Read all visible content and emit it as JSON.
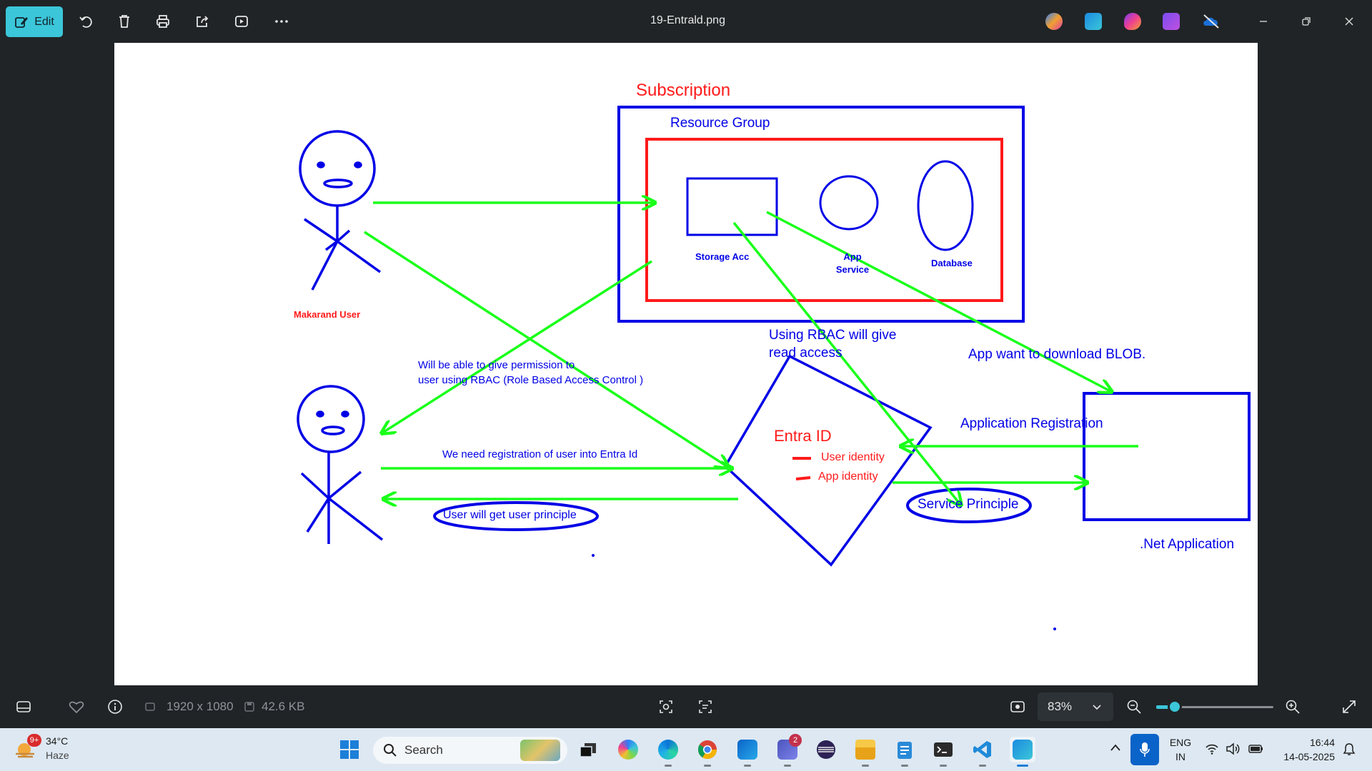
{
  "titlebar": {
    "edit_label": "Edit",
    "file_name": "19-Entrald.png"
  },
  "colors": {
    "chrome_bg": "#202427",
    "accent": "#3bc6d9",
    "diagram_blue": "#0000e6",
    "diagram_red": "#ff1a1a",
    "diagram_green": "#1aff1a"
  },
  "diagram": {
    "subscription_label": "Subscription",
    "resource_group_label": "Resource Group",
    "storage_label": "Storage Acc",
    "app_service_label_1": "App",
    "app_service_label_2": "Service",
    "database_label": "Database",
    "user1_label": "Makarand User",
    "rbac_read_1": "Using RBAC will give",
    "rbac_read_2": "read access",
    "download_blob": "App want to download BLOB.",
    "permission_1": "Will be able to give permission to",
    "permission_2": "user using RBAC (Role Based Access Control )",
    "entra_id": "Entra ID",
    "user_identity": "User identity",
    "app_identity": "App identity",
    "app_registration": "Application Registration",
    "registration_need": "We need registration of user into Entra Id",
    "user_principle": "User will get user principle",
    "service_principle": "Service Principle",
    "net_app": ".Net Application"
  },
  "bottombar": {
    "dimensions": "1920 x 1080",
    "file_size": "42.6 KB",
    "zoom_value": "83%",
    "zoom_level": 0.1
  },
  "taskbar": {
    "weather_temp": "34°C",
    "weather_desc": "Haze",
    "weather_badge": "9+",
    "search_placeholder": "Search",
    "teams_badge": "2",
    "lang_1": "ENG",
    "lang_2": "IN",
    "time": "16:44",
    "date": "14-05-2025"
  }
}
